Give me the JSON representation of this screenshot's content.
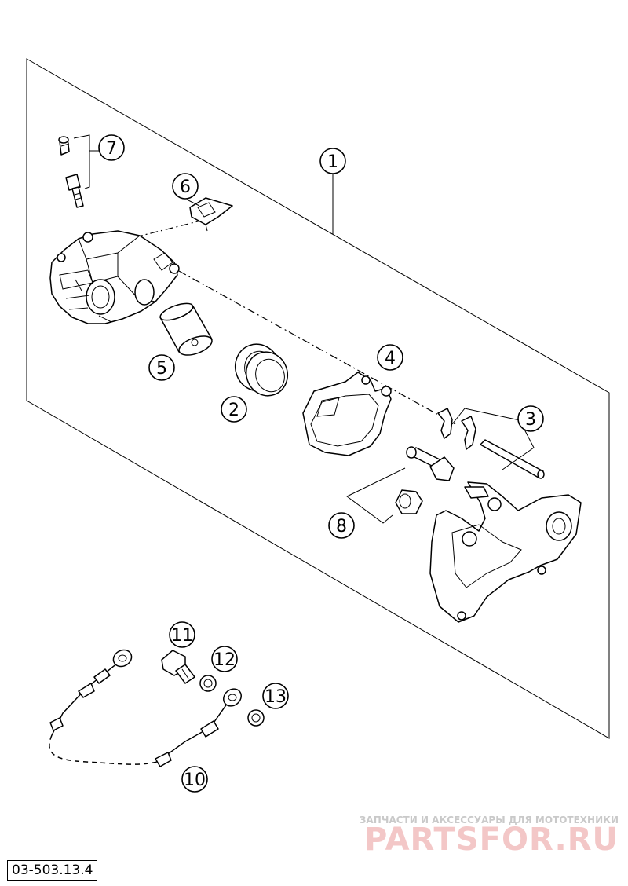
{
  "drawing": {
    "code": "03-503.13.4",
    "callouts": [
      "1",
      "2",
      "3",
      "4",
      "5",
      "6",
      "7",
      "8",
      "10",
      "11",
      "12",
      "13"
    ]
  },
  "watermark": {
    "tagline": "ЗАПЧАСТИ И АКСЕССУАРЫ ДЛЯ МОТОТЕХНИКИ",
    "brand": "PARTSFOR.RU"
  }
}
